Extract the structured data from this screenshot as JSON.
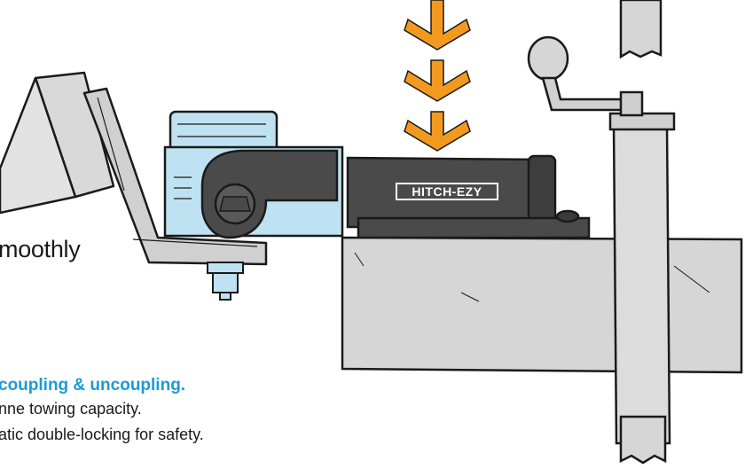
{
  "text": {
    "fragment_smoothly": "moothly",
    "headline": "coupling & uncoupling.",
    "line1": "nne towing capacity.",
    "line2": "atic double-locking for safety."
  },
  "product": {
    "brand_label": "HITCH-EZY"
  },
  "colors": {
    "arrow": "#f39a1e",
    "accent_blue": "#1d9ad6",
    "coupler_blue": "#bfe2f2",
    "steel": "#4a4a4a",
    "grey_body": "#d6d6d6"
  }
}
